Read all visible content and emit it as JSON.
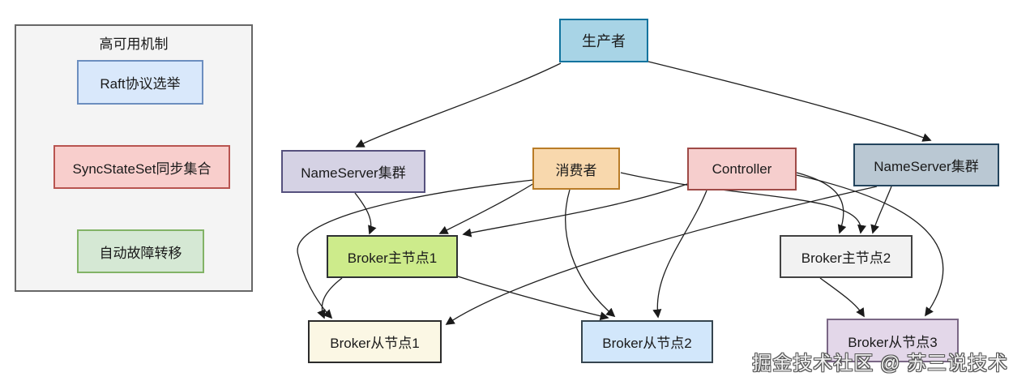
{
  "panel": {
    "title": "高可用机制",
    "items": [
      {
        "id": "raft",
        "label": "Raft协议选举",
        "fill": "#d9e8fb",
        "border": "#6c8ebf"
      },
      {
        "id": "syncstateset",
        "label": "SyncStateSet同步集合",
        "fill": "#f8cecc",
        "border": "#b85450"
      },
      {
        "id": "failover",
        "label": "自动故障转移",
        "fill": "#d5e8d4",
        "border": "#82b366"
      }
    ]
  },
  "diagram": {
    "nodes": [
      {
        "id": "producer",
        "label": "生产者",
        "fill": "#a8d4e6",
        "border": "#10739e"
      },
      {
        "id": "nameserver-left",
        "label": "NameServer集群",
        "fill": "#d5d2e4",
        "border": "#56517e"
      },
      {
        "id": "consumer",
        "label": "消费者",
        "fill": "#f8d8ad",
        "border": "#b97c27"
      },
      {
        "id": "controller",
        "label": "Controller",
        "fill": "#f6cecd",
        "border": "#9f4a47"
      },
      {
        "id": "nameserver-right",
        "label": "NameServer集群",
        "fill": "#bac8d3",
        "border": "#23445d"
      },
      {
        "id": "broker-master-1",
        "label": "Broker主节点1",
        "fill": "#cdeb8b",
        "border": "#2e3133"
      },
      {
        "id": "broker-master-2",
        "label": "Broker主节点2",
        "fill": "#f2f2f2",
        "border": "#424242"
      },
      {
        "id": "broker-slave-1",
        "label": "Broker从节点1",
        "fill": "#fbf7e4",
        "border": "#2b2b2b"
      },
      {
        "id": "broker-slave-2",
        "label": "Broker从节点2",
        "fill": "#d2e7fb",
        "border": "#36454f"
      },
      {
        "id": "broker-slave-3",
        "label": "Broker从节点3",
        "fill": "#e3d7e9",
        "border": "#7a6785"
      }
    ],
    "edges": [
      {
        "from": "producer",
        "to": "nameserver-left"
      },
      {
        "from": "producer",
        "to": "nameserver-right"
      },
      {
        "from": "nameserver-left",
        "to": "broker-master-1"
      },
      {
        "from": "consumer",
        "to": "broker-master-1"
      },
      {
        "from": "controller",
        "to": "broker-master-1"
      },
      {
        "from": "consumer",
        "to": "broker-master-2"
      },
      {
        "from": "controller",
        "to": "broker-master-2"
      },
      {
        "from": "nameserver-right",
        "to": "broker-master-2"
      },
      {
        "from": "broker-master-1",
        "to": "broker-slave-1"
      },
      {
        "from": "consumer",
        "to": "broker-slave-1"
      },
      {
        "from": "nameserver-right",
        "to": "broker-slave-1"
      },
      {
        "from": "broker-master-1",
        "to": "broker-slave-2"
      },
      {
        "from": "consumer",
        "to": "broker-slave-2"
      },
      {
        "from": "controller",
        "to": "broker-slave-2"
      },
      {
        "from": "broker-master-2",
        "to": "broker-slave-3"
      },
      {
        "from": "controller",
        "to": "broker-slave-3"
      }
    ]
  },
  "watermark": {
    "text": "掘金技术社区 @ 苏三说技术"
  }
}
